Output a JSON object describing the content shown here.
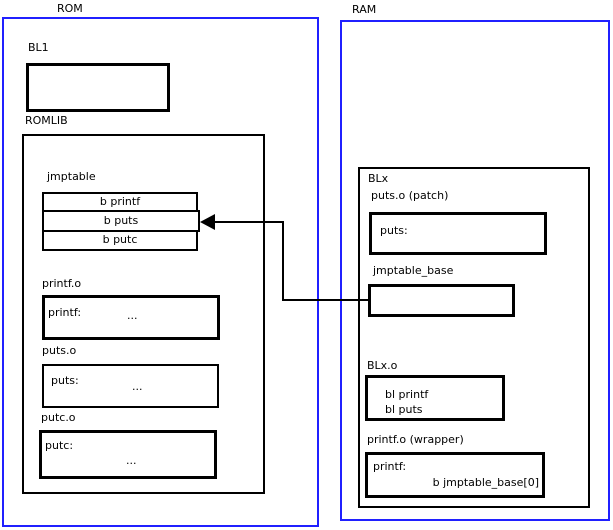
{
  "rom": {
    "title": "ROM",
    "bl1_label": "BL1",
    "romlib_label": "ROMLIB",
    "jmptable": {
      "label": "jmptable",
      "rows": [
        "b printf",
        "b puts",
        "b putc"
      ]
    },
    "printf_o": {
      "label": "printf.o",
      "symbol": "printf:",
      "body": "..."
    },
    "puts_o": {
      "label": "puts.o",
      "symbol": "puts:",
      "body": "..."
    },
    "putc_o": {
      "label": "putc.o",
      "symbol": "putc:",
      "body": "..."
    }
  },
  "ram": {
    "title": "RAM",
    "blx_label": "BLx",
    "puts_patch": {
      "label": "puts.o (patch)",
      "symbol": "puts:"
    },
    "jmptable_base": {
      "label": "jmptable_base"
    },
    "blx_o": {
      "label": "BLx.o",
      "lines": [
        "bl printf",
        "bl puts"
      ]
    },
    "printf_wrapper": {
      "label": "printf.o (wrapper)",
      "symbol": "printf:",
      "instruction": "b jmptable_base[0]"
    }
  },
  "colors": {
    "region_border": "#2020ff",
    "box_border": "#000000",
    "arrow": "#000000",
    "background": "#ffffff"
  }
}
